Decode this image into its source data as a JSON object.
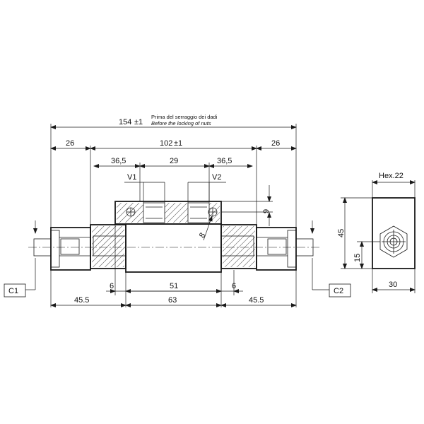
{
  "dimensions": {
    "overall": "154",
    "overall_tol": "±1",
    "note_it": "Prima del serraggio dei dadi",
    "note_en": "Before the locking of nuts",
    "top_left": "26",
    "top_mid": "102",
    "top_mid_tol": "±1",
    "top_right": "26",
    "port_left": "36,5",
    "port_mid": "29",
    "port_right": "36,5",
    "bottom_left": "45.5",
    "bottom_mid": "63",
    "bottom_right": "45.5",
    "inner_left": "6",
    "inner_mid": "51",
    "inner_right": "6",
    "height_9": "9",
    "hole_8": "8",
    "side_hex": "Hex.22",
    "side_height": "45",
    "side_offset": "15",
    "side_width": "30"
  },
  "labels": {
    "v1": "V1",
    "v2": "V2",
    "c1": "C1",
    "c2": "C2"
  }
}
